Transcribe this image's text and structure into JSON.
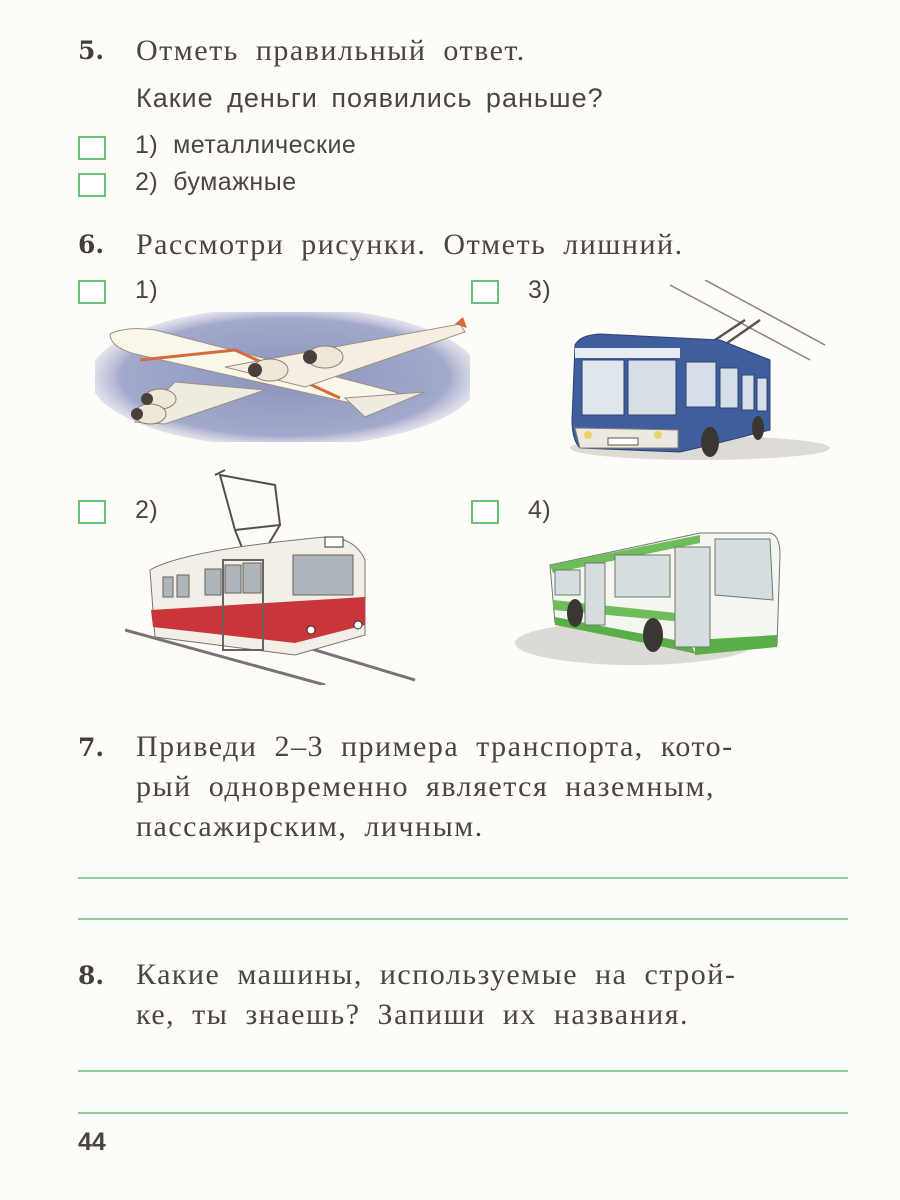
{
  "page_number": "44",
  "questions": [
    {
      "number": "5.",
      "title": "Отметь правильный ответ.",
      "subtitle": "Какие деньги появились раньше?",
      "options": [
        {
          "label": "1)  металлические",
          "checked": false
        },
        {
          "label": "2)  бумажные",
          "checked": false
        }
      ]
    },
    {
      "number": "6.",
      "title": "Рассмотри рисунки. Отметь лишний.",
      "options": [
        {
          "label": "1)",
          "picture": "airplane",
          "checked": false
        },
        {
          "label": "2)",
          "picture": "tram",
          "checked": false
        },
        {
          "label": "3)",
          "picture": "trolleybus",
          "checked": false
        },
        {
          "label": "4)",
          "picture": "bus",
          "checked": false
        }
      ]
    },
    {
      "number": "7.",
      "lines": [
        "Приведи 2–3 примера транспорта, кото-",
        "рый одновременно является наземным,",
        "пассажирским, личным."
      ],
      "answer_lines": 2
    },
    {
      "number": "8.",
      "lines": [
        "Какие машины, используемые на строй-",
        "ке, ты знаешь? Запиши их названия."
      ],
      "answer_lines": 2
    }
  ],
  "colors": {
    "checkbox_border": "#6cc07a",
    "answer_line": "#8fd09a",
    "text": "#4a4544"
  }
}
